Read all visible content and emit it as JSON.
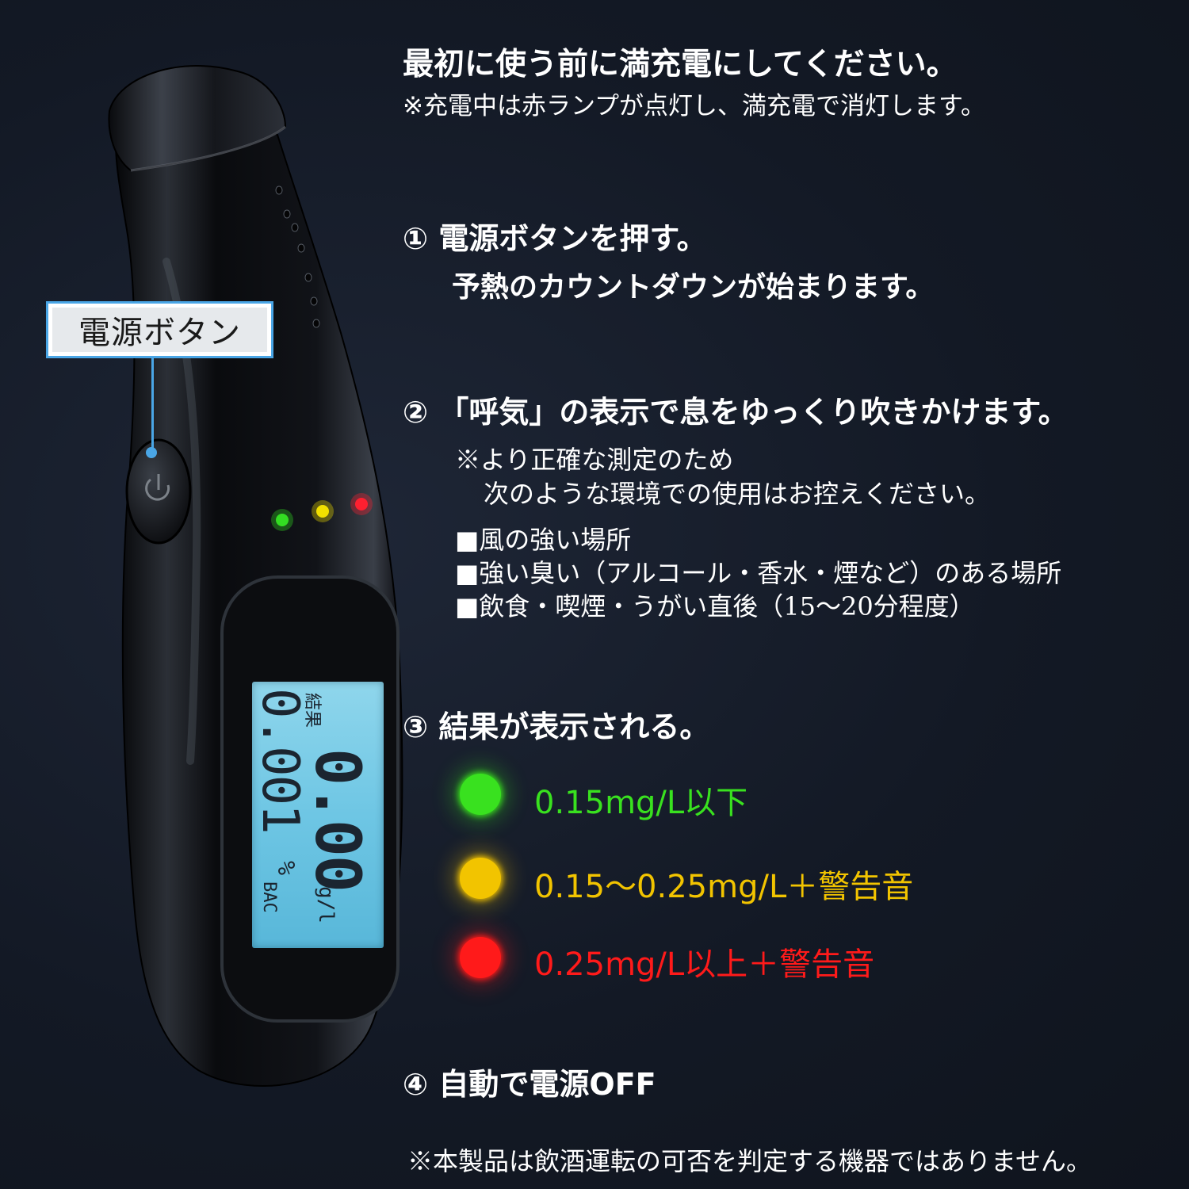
{
  "device": {
    "power_label": "電源ボタン",
    "lcd_label": "結果",
    "lcd_main": "0.00",
    "lcd_main_unit": "g/l",
    "lcd_sub": "0.001",
    "lcd_sub_unit": "%",
    "lcd_sub_bac": "BAC",
    "led_colors": [
      "#33dd22",
      "#f2e000",
      "#ff2030"
    ]
  },
  "intro": {
    "title": "最初に使う前に満充電にしてください。",
    "note": "※充電中は赤ランプが点灯し、満充電で消灯します。"
  },
  "steps": {
    "s1": {
      "title": "① 電源ボタンを押す。",
      "sub": "予熱のカウントダウンが始まります。"
    },
    "s2": {
      "title": "② 「呼気」の表示で息をゆっくり吹きかけます。",
      "note1": "※より正確な測定のため",
      "note2": "次のような環境での使用はお控えください。",
      "items": [
        "■風の強い場所",
        "■強い臭い（アルコール・香水・煙など）のある場所",
        "■飲食・喫煙・うがい直後（15〜20分程度）"
      ]
    },
    "s3": {
      "title": "③ 結果が表示される。",
      "results": [
        {
          "text": "0.15mg/L以下",
          "color": "#39e11f"
        },
        {
          "text": "0.15〜0.25mg/L＋警告音",
          "color": "#f2c400"
        },
        {
          "text": "0.25mg/L以上＋警告音",
          "color": "#ff1a1a"
        }
      ]
    },
    "s4": {
      "title": "④ 自動で電源OFF"
    }
  },
  "footer": {
    "note": "※本製品は飲酒運転の可否を判定する機器ではありません。"
  }
}
